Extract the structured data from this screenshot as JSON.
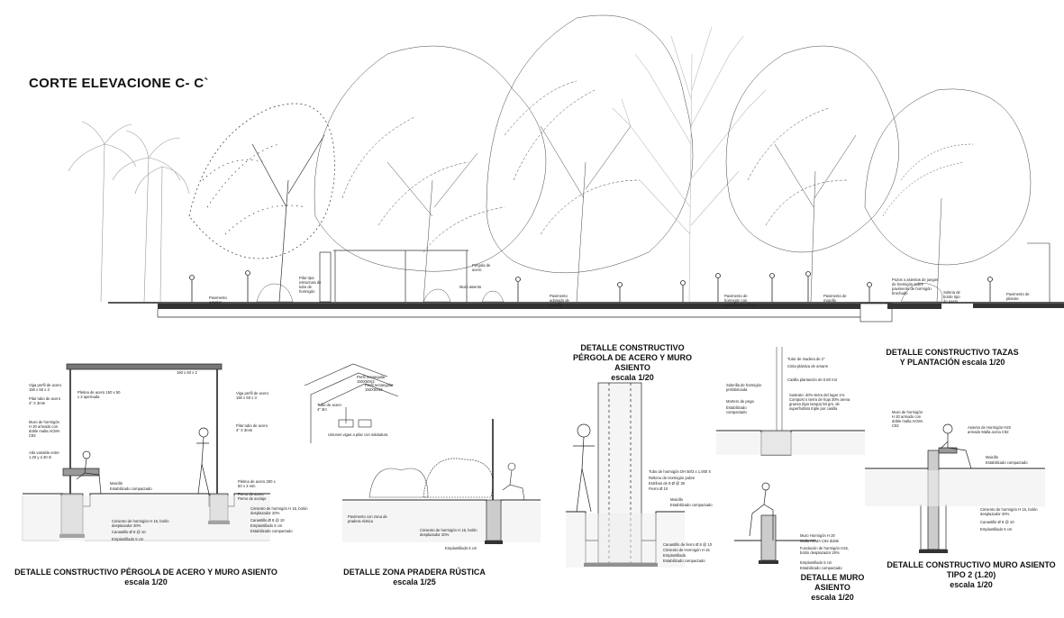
{
  "title": "CORTE ELEVACIONE C- C`",
  "section_notes": {
    "n1": "Pavimento exterior",
    "n2": "Pilar tipo: estructura de tubo de hormigón",
    "n3": "Pérgola de acero",
    "n4": "Muro asiento",
    "n5": "Pavimento adosado de maicillo",
    "n6": "Pavimento de hormigón con superficie brochada",
    "n7": "Pavimento de maicillo",
    "n8": "Pozos o asientos de juegos de hormigón sobre pavimento de hormigón brochado",
    "n9": "Soleria de borde tipo de pasto",
    "n10": "Pavimento de pilarote"
  },
  "details": {
    "d1": {
      "caption": "DETALLE CONSTRUCTIVO PÉRGOLA DE ACERO Y MURO ASIENTO",
      "scale": "escala 1/20",
      "notes": {
        "a": "150 x 50 x 2",
        "b": "Viga perfil de acero 150 x 50 x 3",
        "c": "Pilar tubo de acero 4\" X 3mm",
        "d": "Pletina de acero 150 x 50 x 3 apernada",
        "e": "Viga perfil de acero 150 x 50 x 3",
        "f": "Pilar tubo de acero 4\" X 3mm",
        "g": "Muro de hormigón H 20 armado con doble malla ACMA C92",
        "h": "Alto variable entre 1.20 y 2.40 m",
        "i": "Maicillo",
        "j": "Estabilizado compactado",
        "k": "Pletina de acero 300 x 50 x 3 mm",
        "l": "Perno de acero",
        "m": "Perno de anclaje",
        "n": "Cimiento de hormigón H 15, bolón desplazador 20%",
        "o": "Canastillo Ø 8 @ 10",
        "p": "Emplantillado 5 cm",
        "q": "Estabilizado compactado"
      }
    },
    "d2": {
      "caption": "DETALLE ZONA PRADERA RÚSTICA",
      "scale": "escala 1/25",
      "notes": {
        "a": "Perfil rectangular 150X50X3",
        "b": "Perfil rectangular 150X50X3",
        "c": "Tubo de acero 4\" 3m",
        "d": "Uniones vigas a pilar con soldadura",
        "e": "Pavimento con zona de pradera rústica",
        "f": "Cimiento de hormigón H 15, bolón desplazador 20%",
        "g": "Emplantillado 5 cm"
      }
    },
    "d3": {
      "caption": "DETALLE CONSTRUCTIVO PÉRGOLA DE ACERO Y MURO ASIENTO",
      "scale": "escala 1/20",
      "notes": {
        "a": "Tubo de hormigón DH 50/3 x 1.000 X",
        "b": "Relleno de Hormigón pobre",
        "c": "Estribos de 8 Ø @ 30",
        "d": "Fierro Ø 10",
        "e": "Maicillo",
        "f": "Estabilizado compactado",
        "g": "Canastillo de fierro Ø 8 @ 10",
        "h": "Cimiento de Hormigón H 15",
        "i": "Emplantillado",
        "j": "Estabilizado compactado"
      }
    },
    "d4": {
      "caption": "DETALLE MURO ASIENTO",
      "scale": "escala 1/20",
      "notes": {
        "a": "Tutor de madera de 2\"",
        "b": "Cinta plástica de amarre",
        "c": "Casilla plantación de 0.60 m3",
        "d": "Solerilla de hormigón prefabricada",
        "e": "Mortero de pega",
        "f": "Estabilizado compactado",
        "g": "Sustrato: 40% tierra del lugar 1% Compost o tierra de hoja 30% arena gruesa (tipo lampa) 50 grs. de superfosfato triple por casilla",
        "h": "Muro Hormigón H 20",
        "i": "Malla ACMA C92 doble",
        "j": "Fundación de hormigón H15, bolón desplazador 20%",
        "k": "Emplantillado 5 cm",
        "l": "Estabilizado compactado"
      }
    },
    "d5": {
      "caption_top": "DETALLE CONSTRUCTIVO TAZAS Y PLANTACIÓN escala 1/20",
      "caption": "DETALLE CONSTRUCTIVO MURO ASIENTO TIPO 2 (1.20)",
      "scale": "escala 1/20",
      "notes": {
        "a": "Muro de hormigón H 20 armado con doble malla ACMA C92",
        "b": "Asiento de Hormigón H20 armado Malla acma C92",
        "c": "Maicillo",
        "d": "Estabilizado compactado",
        "e": "Cimiento de hormigón H 15, bolón desplazador 20%",
        "f": "Canastillo Ø 8 @ 10",
        "g": "Emplantillado 5 cm"
      }
    }
  }
}
